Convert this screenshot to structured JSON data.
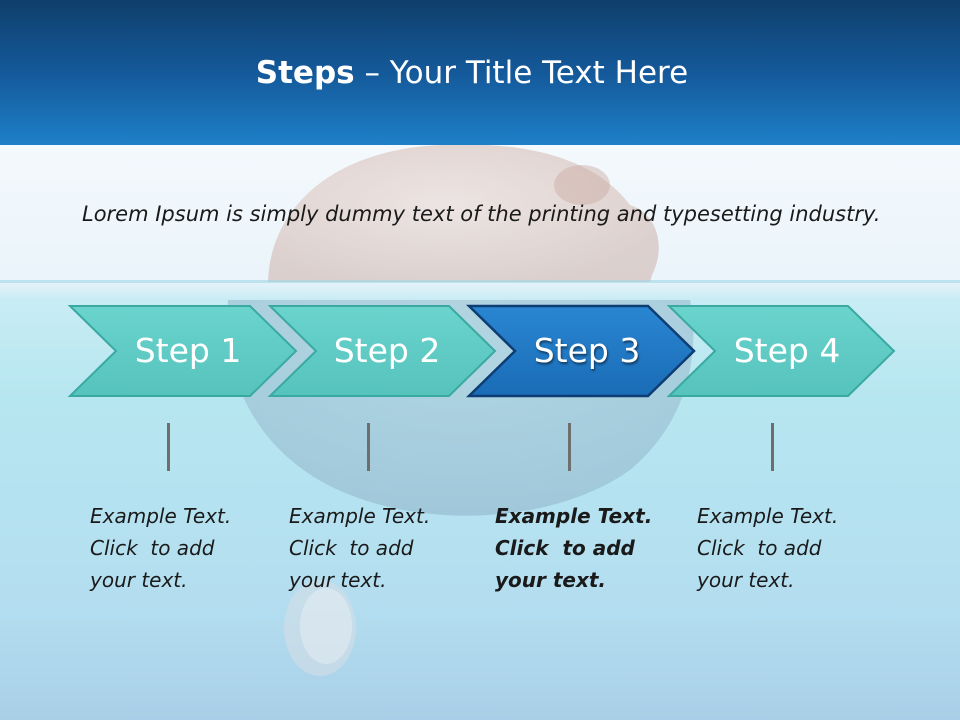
{
  "slide": {
    "title_bold": "Steps",
    "title_rest": " – Your Title Text Here",
    "intro": "Lorem Ipsum is simply dummy text of the printing and typesetting industry.",
    "steps": [
      {
        "label": "Step 1",
        "lines": [
          "Example Text.",
          "Click  to add",
          "your text."
        ],
        "active": false
      },
      {
        "label": "Step 2",
        "lines": [
          "Example Text.",
          "Click  to add",
          "your text."
        ],
        "active": false
      },
      {
        "label": "Step 3",
        "lines": [
          "Example Text.",
          "Click  to add",
          "your text."
        ],
        "active": true
      },
      {
        "label": "Step 4",
        "lines": [
          "Example Text.",
          "Click  to add",
          "your text."
        ],
        "active": false
      }
    ]
  },
  "colors": {
    "header_dark": "#0f3f6b",
    "header_light": "#1e80c8",
    "chevron_default": "#5ecbc4",
    "chevron_default_border": "#3aa9a2",
    "chevron_active": "#1f78c4",
    "chevron_active_border": "#0d3d73"
  }
}
